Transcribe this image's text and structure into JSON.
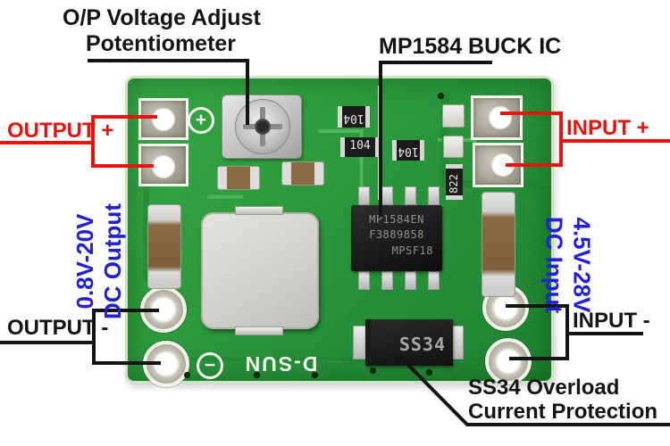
{
  "colors": {
    "label-red": "#e8130d",
    "label-blue": "#2020d9",
    "label-black": "#141414",
    "pcb-green": "#2d9c3c",
    "pcb-green-dark": "#1e7d2c",
    "pcb-green-light": "#5dbd62",
    "silkscreen-white": "#f2f6ee",
    "inductor-gray": "#d3d1cb",
    "component-black": "#1c1c1c",
    "capacitor-brown": "#84663f"
  },
  "labels": {
    "pot": {
      "line1": "O/P Voltage Adjust",
      "line2": "Potentiometer"
    },
    "ic": "MP1584 BUCK IC",
    "output_plus": "OUTPUT +",
    "input_plus": "INPUT +",
    "output_minus": "OUTPUT -",
    "input_minus": "INPUT -",
    "output_rating": {
      "line1": "0.8V-20V",
      "line2": "DC Output"
    },
    "input_rating": {
      "line1": "4.5V-28V",
      "line2": "DC Input"
    },
    "diode": {
      "line1": "SS34 Overload",
      "line2": "Current Protection"
    }
  },
  "board": {
    "ic_marking": {
      "line1": "MP1584EN",
      "line2": "F3889858",
      "line3": "MPSF18"
    },
    "diode_marking": "SS34",
    "brand_silkscreen": "D-SUN",
    "polarity_plus": "+",
    "polarity_minus": "−",
    "smd_markings": {
      "r1": "104",
      "r2": "104",
      "r3": "104",
      "r4": "822"
    }
  }
}
